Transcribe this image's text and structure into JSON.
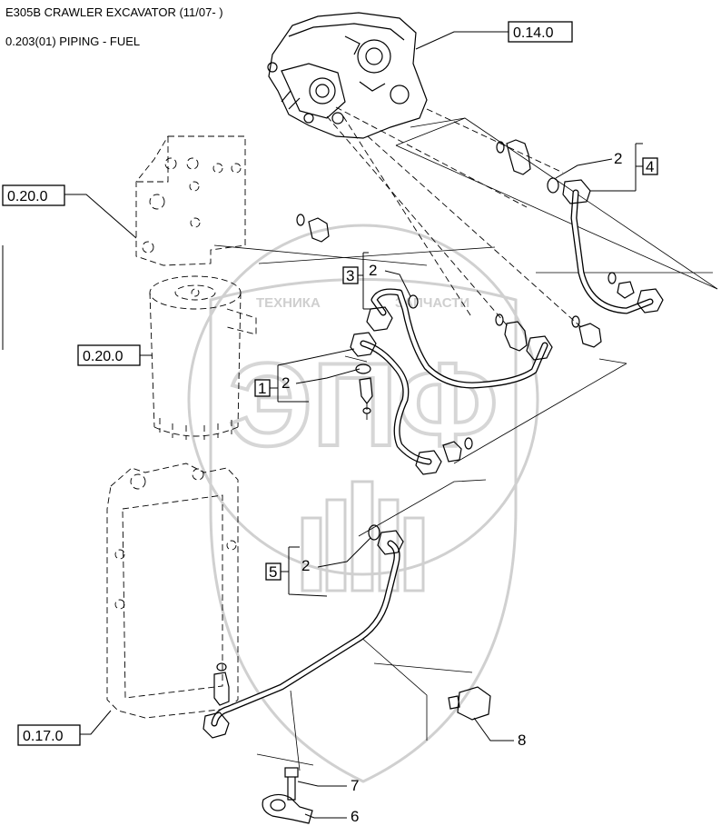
{
  "header": {
    "title": "E305B CRAWLER EXCAVATOR (11/07- )",
    "subtitle": "0.203(01) PIPING - FUEL"
  },
  "watermark": {
    "left_text": "ТЕХНИКА",
    "right_text": "ЗАПЧАСТИ",
    "logo_text": "ЭПФ"
  },
  "references": {
    "ref_0_14_0": "0.14.0",
    "ref_0_20_0_a": "0.20.0",
    "ref_0_20_0_b": "0.20.0",
    "ref_0_17_0": "0.17.0"
  },
  "assembly_boxes": {
    "box_1": "1",
    "box_3": "3",
    "box_4": "4",
    "box_5": "5"
  },
  "callouts": {
    "c2_top_right": "2",
    "c2_mid": "2",
    "c2_left": "2",
    "c2_bottom": "2",
    "c6": "6",
    "c7": "7",
    "c8": "8"
  }
}
